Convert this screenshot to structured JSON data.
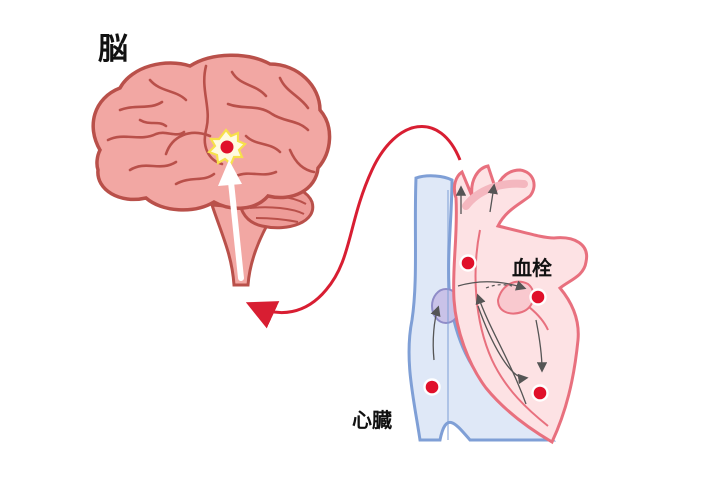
{
  "labels": {
    "brain": "脳",
    "clot": "血栓",
    "heart": "心臓"
  },
  "colors": {
    "brain_fill": "#f2a7a3",
    "brain_stroke": "#b9504a",
    "heart_fill": "#fde2e4",
    "heart_stroke": "#e8707e",
    "vessel_fill": "#dfe8f7",
    "vessel_stroke": "#7f9fd6",
    "clot_dot": "#e0102a",
    "path_line": "#d81e32",
    "infarct_glow": "#f7e04b"
  }
}
